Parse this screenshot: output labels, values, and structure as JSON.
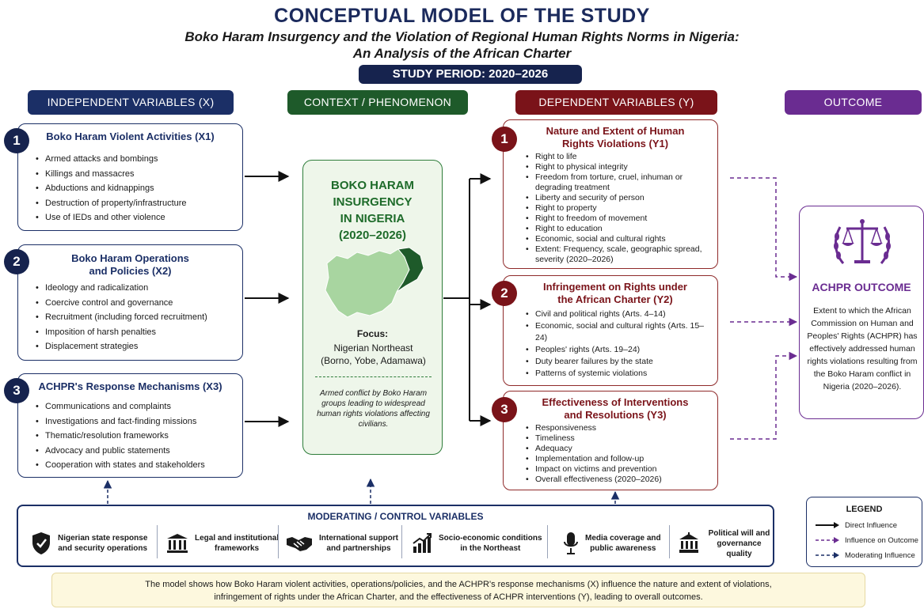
{
  "title": "CONCEPTUAL MODEL OF THE STUDY",
  "subtitle_line1": "Boko Haram Insurgency and the Violation of Regional Human Rights Norms in Nigeria:",
  "subtitle_line2": "An Analysis of the African Charter",
  "study_period": "STUDY PERIOD: 2020–2026",
  "headers": {
    "independent": "INDEPENDENT VARIABLES (X)",
    "context": "CONTEXT / PHENOMENON",
    "dependent": "DEPENDENT VARIABLES (Y)",
    "outcome": "OUTCOME"
  },
  "independent_variables": [
    {
      "number": "1",
      "title": "Boko Haram Violent Activities (X1)",
      "items": [
        "Armed attacks and bombings",
        "Killings and massacres",
        "Abductions and kidnappings",
        "Destruction of property/infrastructure",
        "Use of IEDs and other violence"
      ]
    },
    {
      "number": "2",
      "title_line1": "Boko Haram Operations",
      "title_line2": "and Policies (X2)",
      "items": [
        "Ideology and radicalization",
        "Coercive control and governance",
        "Recruitment (including forced recruitment)",
        "Imposition of harsh penalties",
        "Displacement strategies"
      ]
    },
    {
      "number": "3",
      "title": "ACHPR's Response Mechanisms (X3)",
      "items": [
        "Communications and complaints",
        "Investigations and fact-finding missions",
        "Thematic/resolution frameworks",
        "Advocacy and public statements",
        "Cooperation with states and stakeholders"
      ]
    }
  ],
  "context": {
    "title_line1": "BOKO HARAM",
    "title_line2": "INSURGENCY",
    "title_line3": "IN NIGERIA",
    "title_line4": "(2020–2026)",
    "focus_label": "Focus:",
    "focus_line1": "Nigerian Northeast",
    "focus_line2": "(Borno, Yobe, Adamawa)",
    "description": "Armed conflict by Boko Haram groups leading to widespread human rights violations affecting civilians.",
    "map_colors": {
      "country": "#a8d5a0",
      "highlight": "#1e5a2a"
    }
  },
  "dependent_variables": [
    {
      "number": "1",
      "title_line1": "Nature and Extent of Human",
      "title_line2": "Rights Violations (Y1)",
      "items": [
        "Right to life",
        "Right to physical integrity",
        "Freedom from torture, cruel, inhuman or degrading treatment",
        "Liberty and security of person",
        "Right to property",
        "Right to freedom of movement",
        "Right to education",
        "Economic, social and cultural rights",
        "Extent: Frequency, scale, geographic spread, severity (2020–2026)"
      ]
    },
    {
      "number": "2",
      "title_line1": "Infringement on Rights under",
      "title_line2": "the African Charter (Y2)",
      "items": [
        "Civil and political rights (Arts. 4–14)",
        "Economic, social and cultural rights (Arts. 15–24)",
        "Peoples' rights (Arts. 19–24)",
        "Duty bearer failures by the state",
        "Patterns of systemic violations"
      ]
    },
    {
      "number": "3",
      "title_line1": "Effectiveness of Interventions",
      "title_line2": "and Resolutions (Y3)",
      "items": [
        "Responsiveness",
        "Timeliness",
        "Adequacy",
        "Implementation and follow-up",
        "Impact on victims and prevention",
        "Overall effectiveness (2020–2026)"
      ]
    }
  ],
  "outcome": {
    "title": "ACHPR OUTCOME",
    "icon": "scales-of-justice-icon",
    "text": "Extent to which the African Commission on Human and Peoples' Rights (ACHPR) has effectively addressed human rights violations resulting from the Boko Haram conflict in Nigeria (2020–2026)."
  },
  "moderating": {
    "title": "MODERATING / CONTROL VARIABLES",
    "items": [
      {
        "icon": "shield-check-icon",
        "line1": "Nigerian state response",
        "line2": "and security operations"
      },
      {
        "icon": "institution-building-icon",
        "line1": "Legal and institutional",
        "line2": "frameworks"
      },
      {
        "icon": "handshake-icon",
        "line1": "International support",
        "line2": "and partnerships"
      },
      {
        "icon": "growth-chart-icon",
        "line1": "Socio-economic conditions",
        "line2": "in the Northeast"
      },
      {
        "icon": "microphone-icon",
        "line1": "Media coverage and",
        "line2": "public awareness"
      },
      {
        "icon": "government-building-icon",
        "line1": "Political will and",
        "line2": "governance quality"
      }
    ]
  },
  "legend": {
    "title": "LEGEND",
    "direct": "Direct Influence",
    "outcome_influence": "Influence on Outcome",
    "moderating": "Moderating Influence"
  },
  "summary_line1": "The model shows how Boko Haram violent activities, operations/policies, and the ACHPR's response mechanisms (X) influence the nature and extent of violations,",
  "summary_line2": "infringement of rights under the African Charter, and the effectiveness of ACHPR interventions (Y), leading to overall outcomes.",
  "colors": {
    "navy": "#1b2f66",
    "green": "#1e5a2a",
    "maroon": "#7a1319",
    "purple": "#6a2c91",
    "summary_bg": "#fdf8de"
  }
}
